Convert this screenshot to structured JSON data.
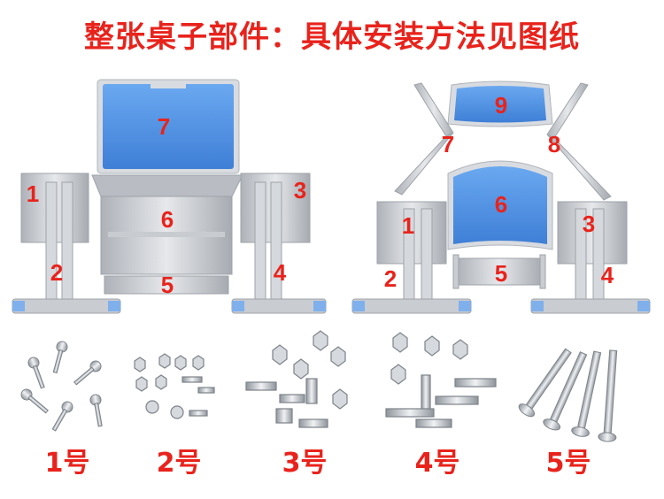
{
  "title": "整张桌子部件：具体安装方法见图纸",
  "part_labels": {
    "p1": "1",
    "p2": "2",
    "p3": "3",
    "p4": "4",
    "p5": "5",
    "p6": "6",
    "p7": "7",
    "r1": "1",
    "r2": "2",
    "r3": "3",
    "r4": "4",
    "r5": "5",
    "r6": "6",
    "r7": "7",
    "r8": "8",
    "r9": "9"
  },
  "hardware_labels": [
    "1号",
    "2号",
    "3号",
    "4号",
    "5号"
  ],
  "colors": {
    "accent": "#e8231c",
    "panel_blue": "#4a90e2",
    "metal": "#c8cbd0"
  }
}
